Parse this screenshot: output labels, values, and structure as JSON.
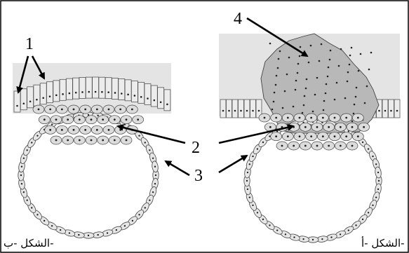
{
  "labels": {
    "one": "1",
    "two": "2",
    "three": "3",
    "four": "4"
  },
  "captions": {
    "left": "الشكل -ب-",
    "right": "الشكل -أ-"
  }
}
